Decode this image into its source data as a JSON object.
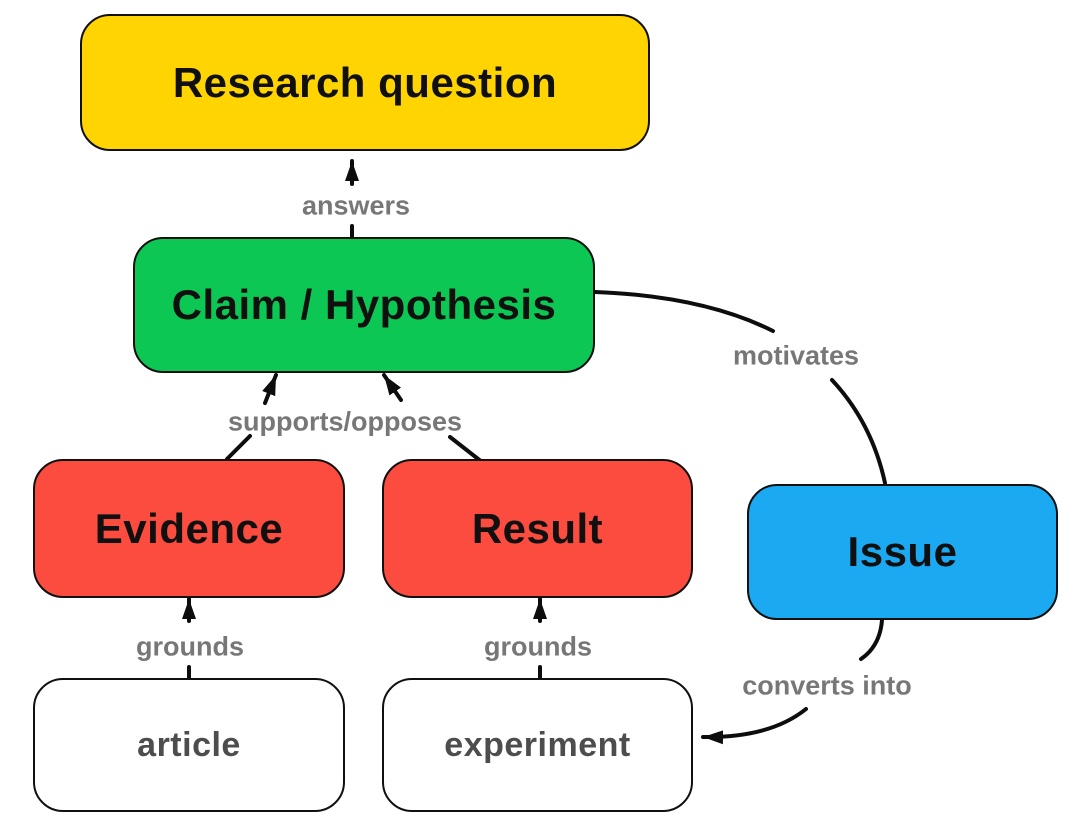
{
  "diagram": {
    "background_color": "#FFFFFF",
    "edge_color": "#0D0D0D",
    "label_color": "#777777",
    "nodes": [
      {
        "id": "research-question",
        "label": "Research question",
        "fill": "#FFD400",
        "text_color": "#101010"
      },
      {
        "id": "claim-hypothesis",
        "label": "Claim / Hypothesis",
        "fill": "#0DC755",
        "text_color": "#101010"
      },
      {
        "id": "evidence",
        "label": "Evidence",
        "fill": "#FC4C40",
        "text_color": "#101010"
      },
      {
        "id": "result",
        "label": "Result",
        "fill": "#FC4C40",
        "text_color": "#101010"
      },
      {
        "id": "issue",
        "label": "Issue",
        "fill": "#1BA9F2",
        "text_color": "#101010"
      },
      {
        "id": "article",
        "label": "article",
        "fill": "#FFFFFF",
        "text_color": "#4D4D4D"
      },
      {
        "id": "experiment",
        "label": "experiment",
        "fill": "#FFFFFF",
        "text_color": "#4D4D4D"
      }
    ],
    "edge_labels": [
      {
        "id": "answers",
        "label": "answers"
      },
      {
        "id": "supports-opposes",
        "label": "supports/opposes"
      },
      {
        "id": "motivates",
        "label": "motivates"
      },
      {
        "id": "grounds-left",
        "label": "grounds"
      },
      {
        "id": "grounds-right",
        "label": "grounds"
      },
      {
        "id": "converts-into",
        "label": "converts into"
      }
    ]
  }
}
